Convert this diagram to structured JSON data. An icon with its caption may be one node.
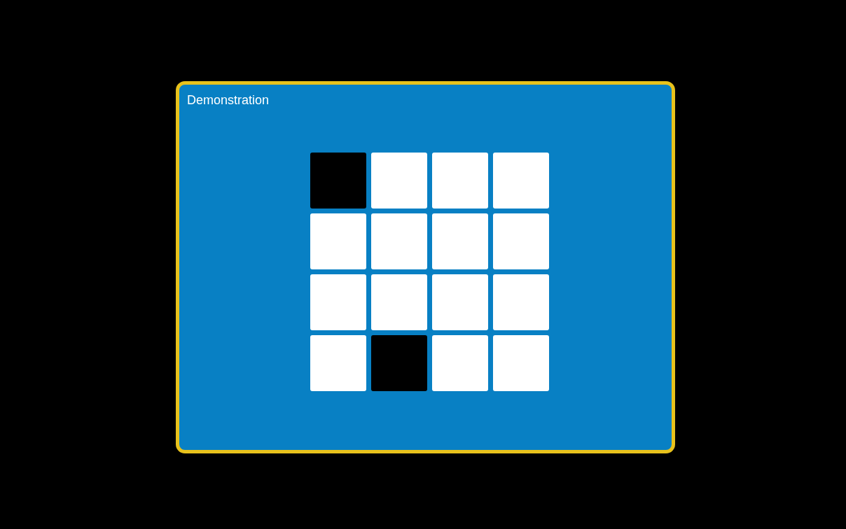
{
  "diagram": {
    "nodes": [
      {
        "text": [
          "Demonstration"
        ]
      },
      {
        "text": [],
        "shape": "box",
        "in": 0
      },
      {
        "text": [],
        "shape": "box",
        "in": 0
      },
      {
        "text": [],
        "shape": "box",
        "in": 0
      },
      {
        "text": [],
        "shape": "box",
        "in": 0
      },
      {
        "text": [],
        "shape": "box",
        "in": 0
      },
      {
        "text": [],
        "shape": "box",
        "in": 0
      },
      {
        "text": [],
        "shape": "box",
        "in": 0
      },
      {
        "text": [],
        "shape": "box",
        "in": 0
      },
      {
        "text": [],
        "shape": "box",
        "in": 0
      },
      {
        "text": [],
        "shape": "box",
        "in": 0
      },
      {
        "text": [],
        "shape": "box",
        "in": 0
      },
      {
        "text": [],
        "shape": "box",
        "in": 0
      },
      {
        "text": [],
        "shape": "box",
        "in": 0
      },
      {
        "text": [],
        "shape": "box",
        "in": 0
      },
      {
        "text": [],
        "shape": "box",
        "in": 0
      },
      {
        "text": [],
        "shape": "box",
        "in": 0
      }
    ]
  }
}
